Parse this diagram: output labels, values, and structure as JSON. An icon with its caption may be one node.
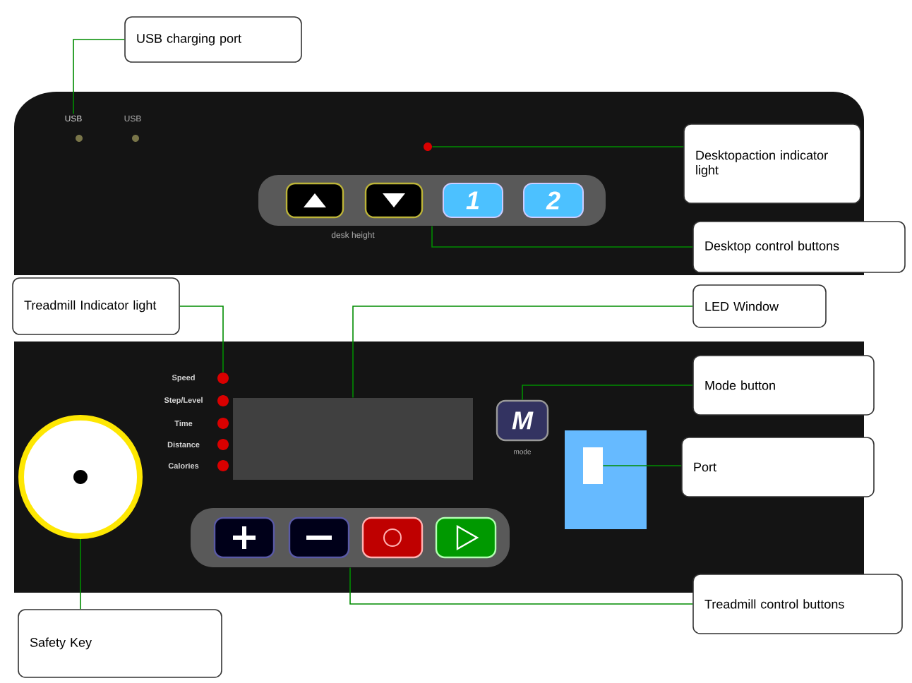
{
  "diagram": {
    "nodes": [
      {
        "text": [
          "USB charging port"
        ]
      },
      {
        "text": [
          "Desktopaction indicator light"
        ]
      },
      {
        "text": [
          "Desktop control buttons"
        ]
      },
      {
        "text": [
          "Treadmill Indicator light"
        ]
      },
      {
        "text": [
          "LED Window"
        ]
      },
      {
        "text": [
          "Mode button"
        ]
      },
      {
        "text": [
          "Port"
        ]
      },
      {
        "text": [
          "Treadmill control buttons"
        ]
      },
      {
        "text": [
          "Safety Key"
        ]
      },
      {
        "text": [
          "USB"
        ]
      },
      {
        "text": [],
        "shape": "circle"
      },
      {
        "text": [],
        "shape": "box"
      },
      {
        "text": [],
        "shape": "circle"
      },
      {
        "text": [],
        "shape": "box"
      },
      {
        "text": [
          "M"
        ],
        "beside": [
          "mode"
        ]
      },
      {
        "text": [],
        "shape": "box"
      },
      {
        "text": [],
        "shape": "box"
      },
      {
        "text": [],
        "shape": "circle"
      }
    ],
    "edges": [
      {
        "from": 0,
        "to": 9,
        "arrow": "none"
      },
      {
        "from": 1,
        "to": 10,
        "arrow": "none"
      },
      {
        "from": 2,
        "to": 11,
        "arrow": "none"
      },
      {
        "from": 3,
        "to": 12,
        "arrow": "none"
      },
      {
        "from": 4,
        "to": 13,
        "arrow": "none"
      },
      {
        "from": 5,
        "to": 14,
        "arrow": "none"
      },
      {
        "from": 6,
        "to": 15,
        "arrow": "none"
      },
      {
        "from": 7,
        "to": 16,
        "arrow": "none"
      },
      {
        "from": 8,
        "to": 17,
        "arrow": "none"
      }
    ],
    "labels": [
      "USB",
      "1",
      "2",
      "desk height",
      "Speed",
      "Step/Level",
      "Time",
      "Distance",
      "Calories"
    ]
  }
}
